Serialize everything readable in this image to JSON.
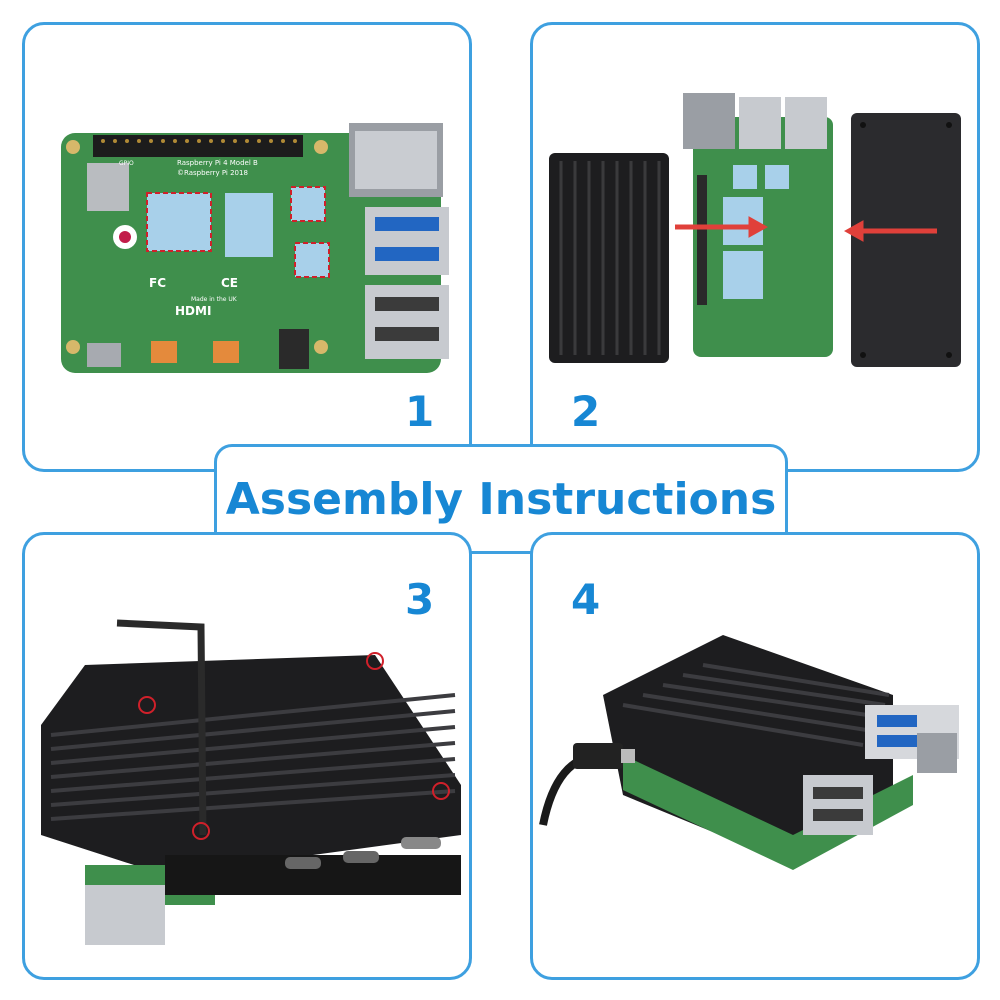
{
  "title": "Assembly Instructions",
  "steps": [
    {
      "number": "1"
    },
    {
      "number": "2"
    },
    {
      "number": "3"
    },
    {
      "number": "4"
    }
  ],
  "board_labels": {
    "model": "Raspberry Pi 4 Model B",
    "copyright": "©Raspberry Pi 2018",
    "hdmi": "HDMI",
    "fcc": "FC",
    "ce": "CE",
    "made_in": "Made in the UK",
    "gpio": "GPIO"
  },
  "colors": {
    "accent": "#1787d4",
    "border": "#3ea0e0",
    "pcb": "#3f8f4c",
    "heatsink": "#1d1d1f",
    "pad": "#a8d0ea",
    "arrow": "#e0403a"
  }
}
